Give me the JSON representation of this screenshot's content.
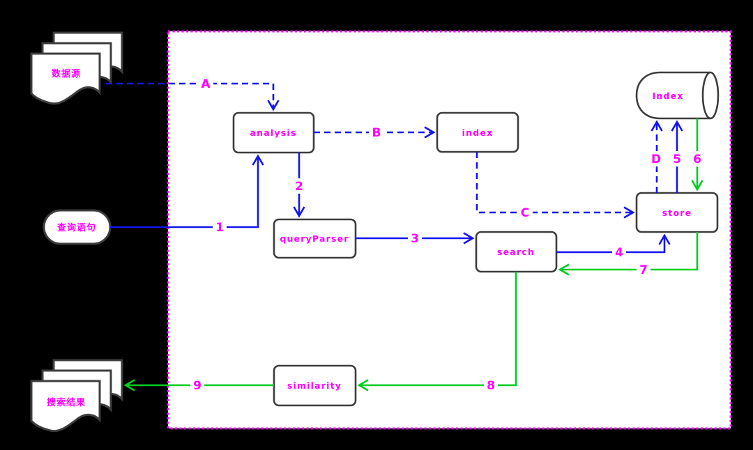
{
  "colors": {
    "page-bg": "#000000",
    "canvas-bg": "#ffffff",
    "magenta": "#ff00ff",
    "blue": "#1414f0",
    "green": "#00cc22",
    "shape-stroke": "#3d3d3d",
    "shape-fill": "#ffffff"
  },
  "nodes": {
    "data_source": {
      "label": "数据源",
      "type": "document-stack"
    },
    "query_statement": {
      "label": "查询语句",
      "type": "stadium"
    },
    "search_results": {
      "label": "搜索结果",
      "type": "document-stack"
    },
    "analysis": {
      "label": "analysis",
      "type": "box"
    },
    "index": {
      "label": "index",
      "type": "box"
    },
    "index_db": {
      "label": "Index",
      "type": "cylinder"
    },
    "query_parser": {
      "label": "queryParser",
      "type": "box"
    },
    "search": {
      "label": "search",
      "type": "box"
    },
    "store": {
      "label": "store",
      "type": "box"
    },
    "similarity": {
      "label": "similarity",
      "type": "box"
    }
  },
  "edges": {
    "A": {
      "label": "A",
      "from": "data_source",
      "to": "analysis",
      "style": "dashed",
      "color": "blue"
    },
    "B": {
      "label": "B",
      "from": "analysis",
      "to": "index",
      "style": "dashed",
      "color": "blue"
    },
    "C": {
      "label": "C",
      "from": "index",
      "to": "store",
      "style": "dashed",
      "color": "blue"
    },
    "D": {
      "label": "D",
      "from": "store",
      "to": "index_db",
      "style": "dashed",
      "color": "blue"
    },
    "1": {
      "label": "1",
      "from": "query_statement",
      "to": "analysis",
      "style": "solid",
      "color": "blue"
    },
    "2": {
      "label": "2",
      "from": "analysis",
      "to": "query_parser",
      "style": "solid",
      "color": "blue"
    },
    "3": {
      "label": "3",
      "from": "query_parser",
      "to": "search",
      "style": "solid",
      "color": "blue"
    },
    "4": {
      "label": "4",
      "from": "search",
      "to": "store",
      "style": "solid",
      "color": "blue"
    },
    "5": {
      "label": "5",
      "from": "store",
      "to": "index_db",
      "style": "solid",
      "color": "blue"
    },
    "6": {
      "label": "6",
      "from": "index_db",
      "to": "store",
      "style": "solid",
      "color": "green"
    },
    "7": {
      "label": "7",
      "from": "store",
      "to": "search",
      "style": "solid",
      "color": "green"
    },
    "8": {
      "label": "8",
      "from": "search",
      "to": "similarity",
      "style": "solid",
      "color": "green"
    },
    "9": {
      "label": "9",
      "from": "similarity",
      "to": "search_results",
      "style": "solid",
      "color": "green"
    }
  }
}
